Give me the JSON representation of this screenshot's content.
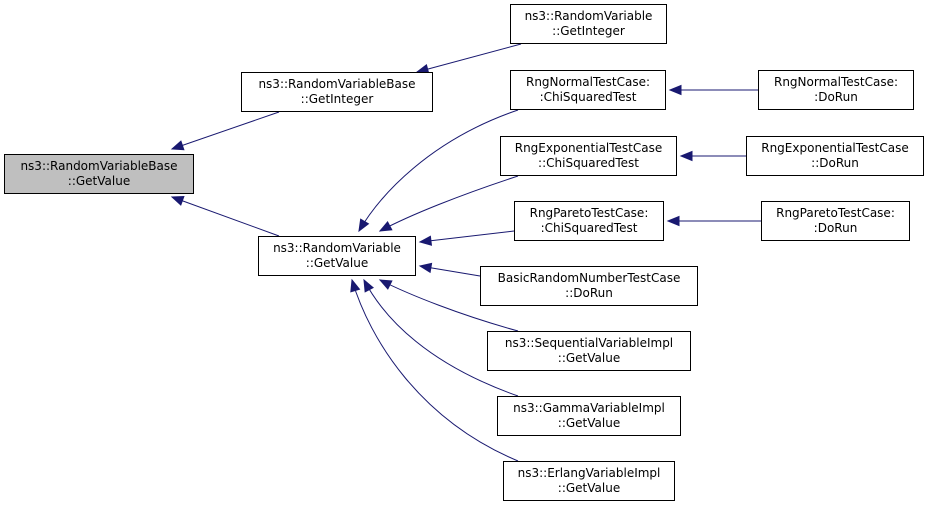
{
  "colors": {
    "edge": "#191970",
    "root_fill": "#bfbfbf",
    "node_fill": "#ffffff",
    "border": "#000000"
  },
  "nodes": [
    {
      "id": "rvb_getvalue",
      "line1": "ns3::RandomVariableBase",
      "line2": "::GetValue",
      "root": true
    },
    {
      "id": "rvb_getinteger",
      "line1": "ns3::RandomVariableBase",
      "line2": "::GetInteger"
    },
    {
      "id": "rv_getinteger",
      "line1": "ns3::RandomVariable",
      "line2": "::GetInteger"
    },
    {
      "id": "rv_getvalue",
      "line1": "ns3::RandomVariable",
      "line2": "::GetValue"
    },
    {
      "id": "normal_chi",
      "line1": "RngNormalTestCase:",
      "line2": ":ChiSquaredTest"
    },
    {
      "id": "normal_dorun",
      "line1": "RngNormalTestCase:",
      "line2": ":DoRun"
    },
    {
      "id": "exp_chi",
      "line1": "RngExponentialTestCase",
      "line2": "::ChiSquaredTest"
    },
    {
      "id": "exp_dorun",
      "line1": "RngExponentialTestCase",
      "line2": "::DoRun"
    },
    {
      "id": "pareto_chi",
      "line1": "RngParetoTestCase:",
      "line2": ":ChiSquaredTest"
    },
    {
      "id": "pareto_dorun",
      "line1": "RngParetoTestCase:",
      "line2": ":DoRun"
    },
    {
      "id": "basic_dorun",
      "line1": "BasicRandomNumberTestCase",
      "line2": "::DoRun"
    },
    {
      "id": "seq_getvalue",
      "line1": "ns3::SequentialVariableImpl",
      "line2": "::GetValue"
    },
    {
      "id": "gamma_getvalue",
      "line1": "ns3::GammaVariableImpl",
      "line2": "::GetValue"
    },
    {
      "id": "erlang_getvalue",
      "line1": "ns3::ErlangVariableImpl",
      "line2": "::GetValue"
    }
  ],
  "edges": [
    {
      "from": "rvb_getinteger",
      "to": "rvb_getvalue"
    },
    {
      "from": "rv_getvalue",
      "to": "rvb_getvalue"
    },
    {
      "from": "rv_getinteger",
      "to": "rvb_getinteger"
    },
    {
      "from": "normal_chi",
      "to": "rv_getvalue"
    },
    {
      "from": "exp_chi",
      "to": "rv_getvalue"
    },
    {
      "from": "pareto_chi",
      "to": "rv_getvalue"
    },
    {
      "from": "basic_dorun",
      "to": "rv_getvalue"
    },
    {
      "from": "seq_getvalue",
      "to": "rv_getvalue"
    },
    {
      "from": "gamma_getvalue",
      "to": "rv_getvalue"
    },
    {
      "from": "erlang_getvalue",
      "to": "rv_getvalue"
    },
    {
      "from": "normal_dorun",
      "to": "normal_chi"
    },
    {
      "from": "exp_dorun",
      "to": "exp_chi"
    },
    {
      "from": "pareto_dorun",
      "to": "pareto_chi"
    }
  ]
}
